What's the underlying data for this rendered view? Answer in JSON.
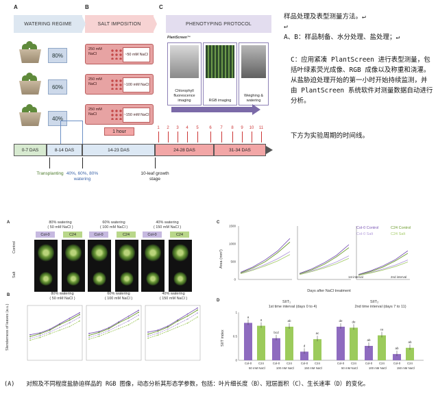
{
  "fig_top": {
    "letters": [
      "A",
      "B",
      "C"
    ],
    "headers": {
      "watering": "WATERING REGIME",
      "salt": "SALT IMPOSITION",
      "pheno": "PHENOTYPING PROTOCOL"
    },
    "watering_levels": [
      "80%",
      "60%",
      "40%"
    ],
    "salt_rows": [
      {
        "left": "250 mM NaCl",
        "right": "~50 mM NaCl"
      },
      {
        "left": "250 mM NaCl",
        "right": "~100 mM NaCl"
      },
      {
        "left": "250 mM NaCl",
        "right": "~150 mM NaCl"
      }
    ],
    "one_hour": "1 hour",
    "plantscreen": "PlantScreen™",
    "pheno_steps": [
      "Chlorophyll fluorescence imaging",
      "RGB imaging",
      "Weighing & watering"
    ],
    "tick_numbers": [
      "1",
      "2",
      "3",
      "4",
      "5",
      "6",
      "7",
      "8",
      "9",
      "10",
      "11"
    ],
    "timeline": [
      "0-7 DAS",
      "8-14 DAS",
      "14-23 DAS",
      "24-28 DAS",
      "31-34 DAS"
    ],
    "markers": {
      "transplanting": "Transplanting",
      "watering": "40%, 60%, 80% watering",
      "leaf_stage": "10-leaf growth stage"
    },
    "colors": {
      "water": "#dde7f1",
      "salt": "#f7d3d3",
      "pheno": "#e3ddef",
      "tl_red": "#f2a6a6",
      "tl_blue": "#dce8f4",
      "tl_green": "#d7ead0"
    }
  },
  "right_text": {
    "line1": "样品处理及表型测量方法。↵",
    "line2": "↵",
    "line3": "A、B：样品制备、水分处理、盐处理；↵",
    "para_c": "C：应用紧凑 PlantScreen 进行表型测量，包括叶绿素荧光成像、RGB 成像以及称重和浇灌。从盐胁迫处理开始的第一小时开始持续监测，并由 PlantScreen 系统软件对测量数据自动进行分析。",
    "timeline_note": "下方为实验周期的时间线。"
  },
  "fig_bottom": {
    "letters": [
      "A",
      "B",
      "C",
      "D"
    ],
    "conditions": [
      {
        "water": "80% watering",
        "nacl": "( 50 mM NaCl )"
      },
      {
        "water": "60% watering",
        "nacl": "( 100 mM NaCl )"
      },
      {
        "water": "40% watering",
        "nacl": "( 150 mM NaCl )"
      }
    ],
    "genotypes": [
      "Col-0",
      "C24"
    ],
    "row_labels": [
      "Control",
      "Salt"
    ],
    "b_ylabel": "Slenderness of leaves (a.u.)",
    "c_ylabel": "Area (mm²)",
    "c_xlabel": "Days after NaCl treatment",
    "c_legend": [
      "Col-0 Control",
      "C24 Control",
      "Col-0 Salt",
      "C24 Salt"
    ],
    "c_intervals": [
      "1st interval",
      "2nd interval"
    ],
    "d_ylabel": "SIIT index",
    "d_titles": [
      "SIIT₁",
      "SIIT₂"
    ],
    "d_subtitles": [
      "1st time interval (days 0 to 4)",
      "2nd time interval (days 7 to 11)"
    ],
    "d_conc": [
      "50 mM NaCl",
      "100 mM NaCl",
      "150 mM NaCl",
      "50 mM NaCl",
      "100 mM NaCl",
      "150 mM NaCl"
    ],
    "d_letters": [
      "a",
      "a",
      "bcd",
      "ab",
      "d",
      "ac",
      "de",
      "de",
      "ab",
      "ce",
      "ab",
      "ab"
    ]
  },
  "caption": "(A)　　对照及不同程度盐胁迫样品的 RGB 图像，动态分析其形态学参数，包括：叶片细长度（B）、冠层面积（C）、生长速率（D）的变化。",
  "chart_data": [
    {
      "type": "line",
      "title": "",
      "ylabel": "Slenderness of leaves (a.u.)",
      "panels": [
        "80% watering ( 50 mM NaCl )",
        "60% watering ( 100 mM NaCl )",
        "40% watering ( 150 mM NaCl )"
      ],
      "series": [
        {
          "name": "Col-0 Control",
          "values": [
            28,
            30,
            34,
            40,
            46,
            52
          ]
        },
        {
          "name": "C24 Control",
          "values": [
            26,
            29,
            33,
            39,
            44,
            50
          ]
        },
        {
          "name": "Col-0 Salt",
          "values": [
            24,
            27,
            31,
            36,
            41,
            47
          ]
        },
        {
          "name": "C24 Salt",
          "values": [
            22,
            25,
            29,
            33,
            37,
            43
          ]
        }
      ]
    },
    {
      "type": "line",
      "ylabel": "Area (mm²)",
      "xlabel": "Days after NaCl treatment",
      "ylim": [
        0,
        1500
      ],
      "series": [
        {
          "name": "Col-0 Control",
          "values": [
            200,
            350,
            550,
            800,
            1150
          ]
        },
        {
          "name": "C24 Control",
          "values": [
            180,
            320,
            500,
            750,
            1050
          ]
        },
        {
          "name": "Col-0 Salt",
          "values": [
            170,
            280,
            420,
            580,
            780
          ]
        },
        {
          "name": "C24 Salt",
          "values": [
            160,
            260,
            380,
            520,
            700
          ]
        }
      ]
    },
    {
      "type": "bar",
      "ylabel": "SIIT index",
      "ylim": [
        0,
        1
      ],
      "categories": [
        "Col-0 50",
        "C24 50",
        "Col-0 100",
        "C24 100",
        "Col-0 150",
        "C24 150",
        "Col-0 50 ",
        "C24 50 ",
        "Col-0 100 ",
        "C24 100 ",
        "Col-0 150 ",
        "C24 150 "
      ],
      "values": [
        0.78,
        0.72,
        0.46,
        0.7,
        0.18,
        0.44,
        0.7,
        0.68,
        0.3,
        0.52,
        0.13,
        0.26
      ],
      "colors": [
        "#8e6bbf",
        "#9ccb5c"
      ]
    }
  ]
}
